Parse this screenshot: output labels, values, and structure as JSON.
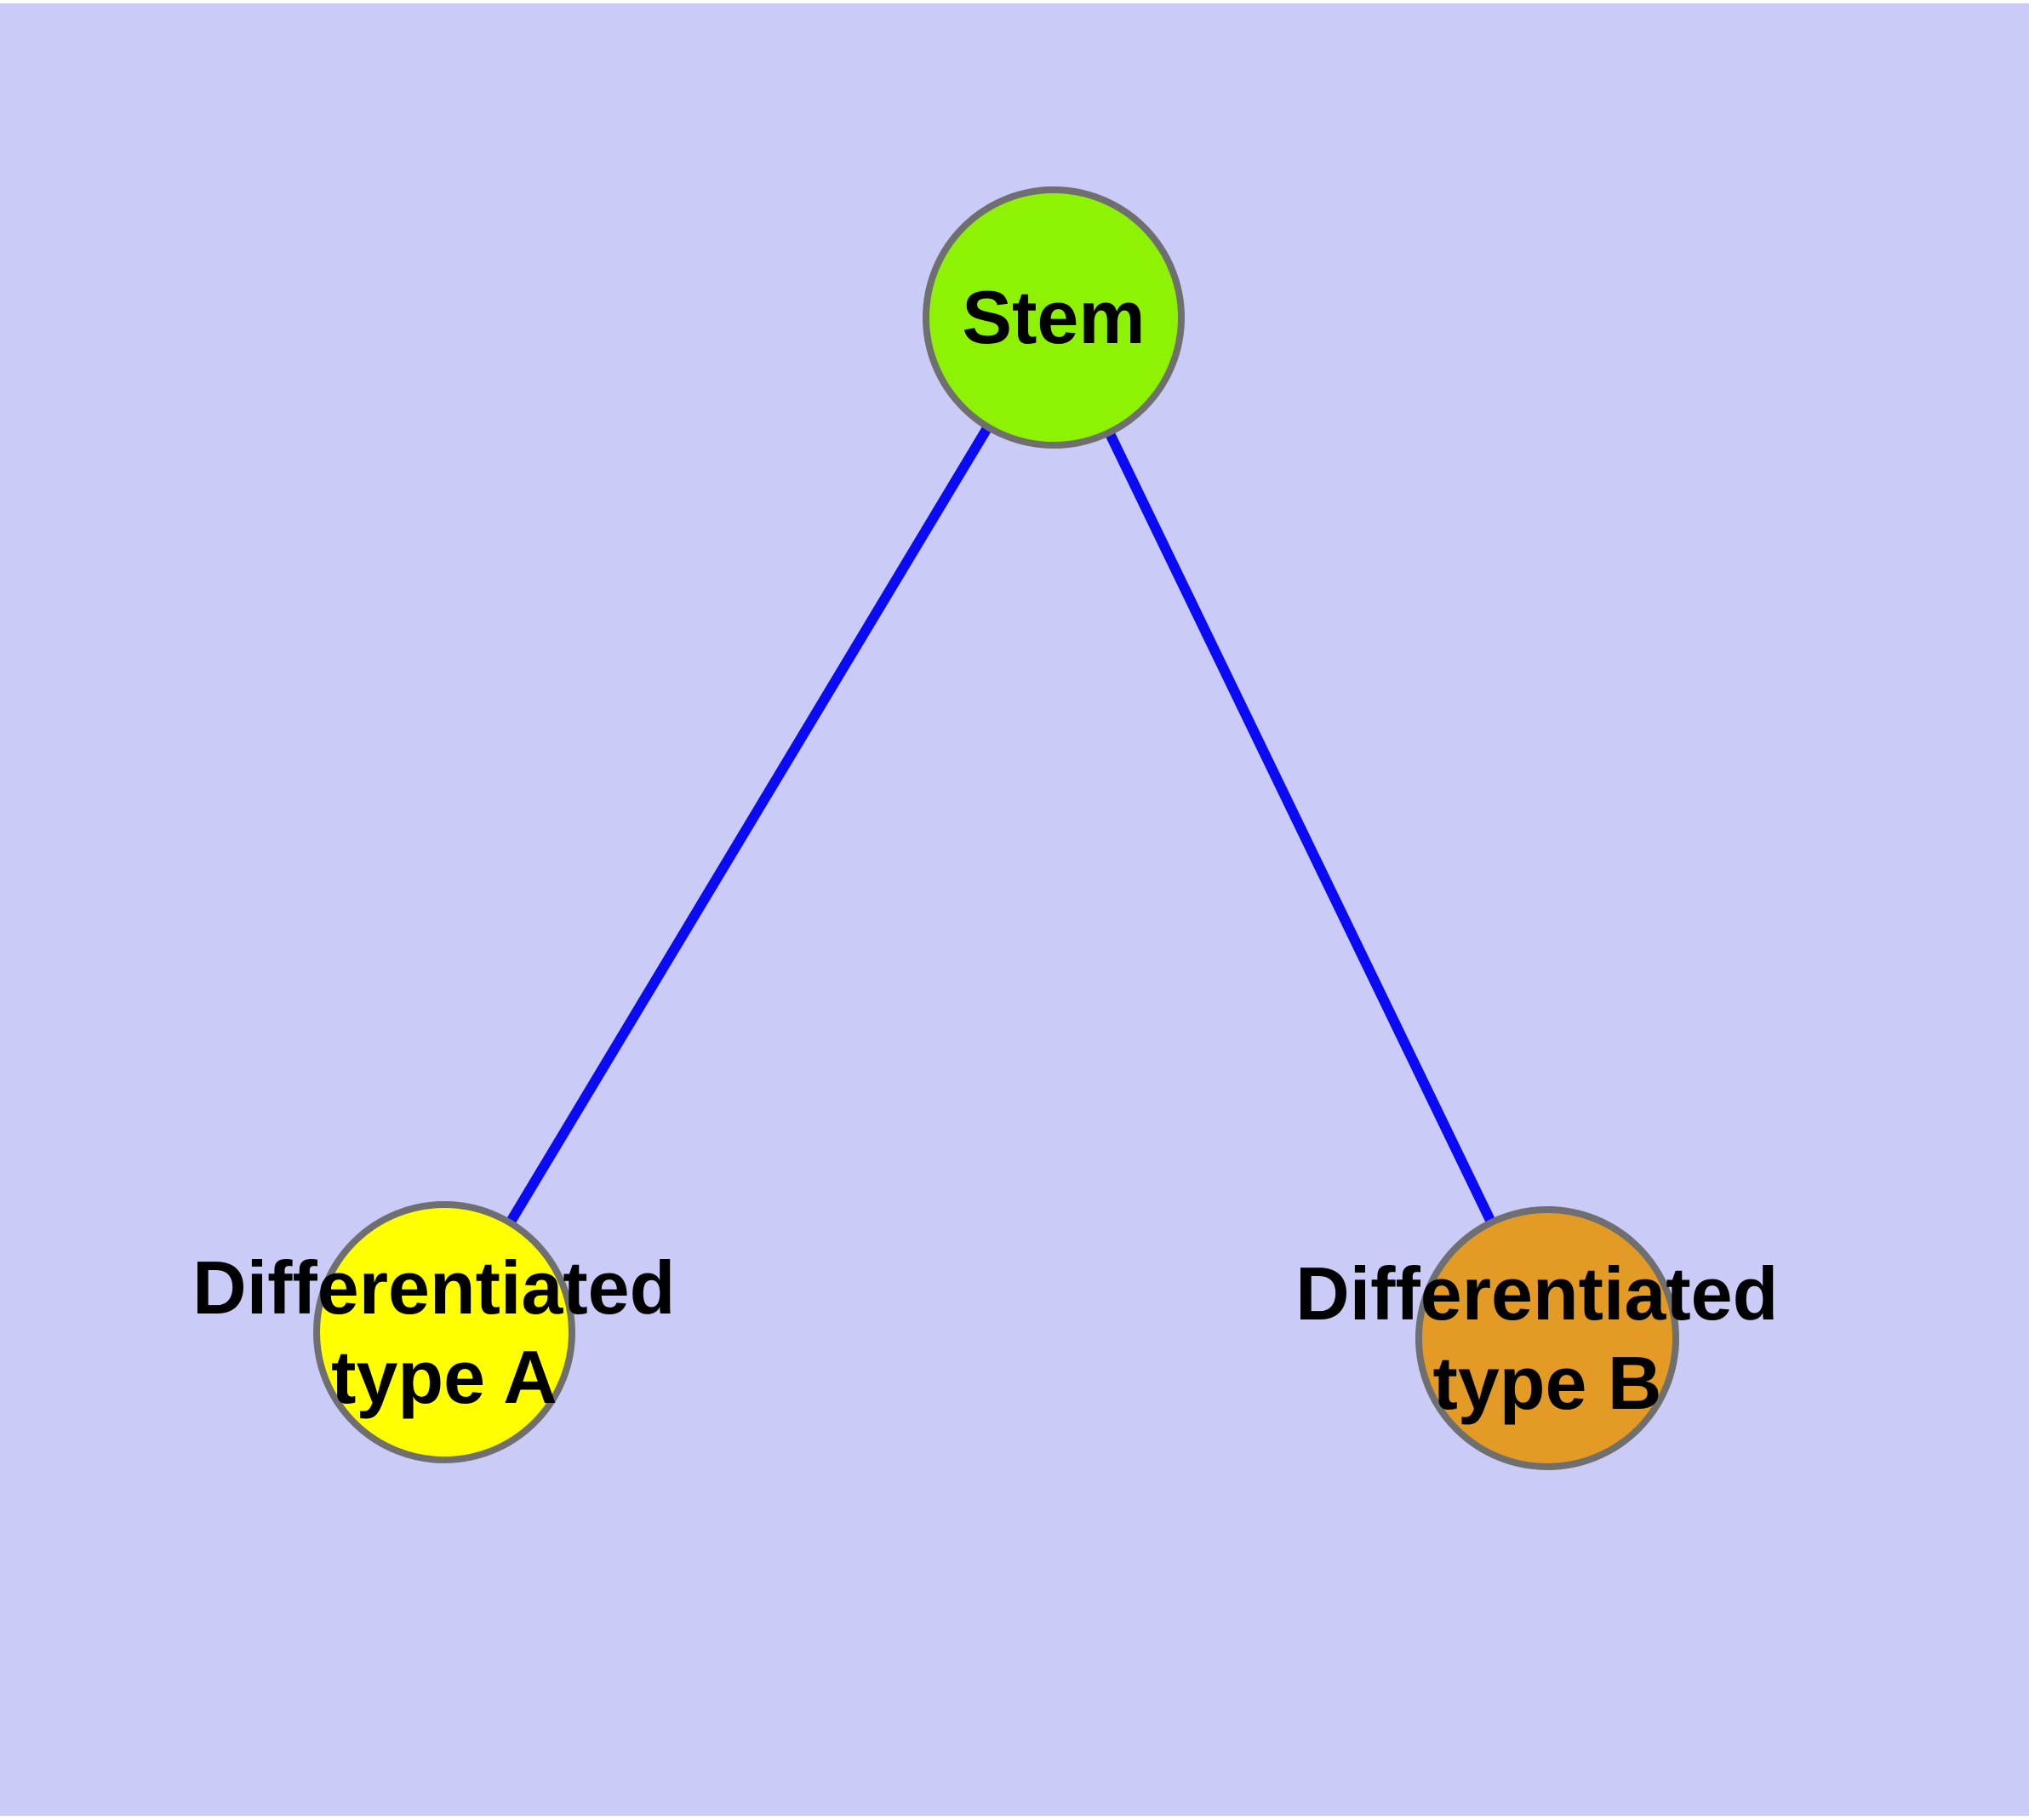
{
  "diagram": {
    "background_color": "#CBCBF8",
    "margin_color": "#FFFFFF",
    "edge_color": "#0A0AF5",
    "node_border_color": "#6F6F6F",
    "label_color": "#000000",
    "nodes": [
      {
        "id": "stem",
        "label_line1": "Stem",
        "label_line2": "",
        "fill": "#8DF204"
      },
      {
        "id": "type-a",
        "label_line1": "Differentiated",
        "label_line2": "type A",
        "fill": "#FFFF00"
      },
      {
        "id": "type-b",
        "label_line1": "Differentiated",
        "label_line2": "type B",
        "fill": "#E39B25"
      }
    ],
    "edges": [
      {
        "from": "stem",
        "to": "type-a"
      },
      {
        "from": "stem",
        "to": "type-b"
      }
    ]
  }
}
